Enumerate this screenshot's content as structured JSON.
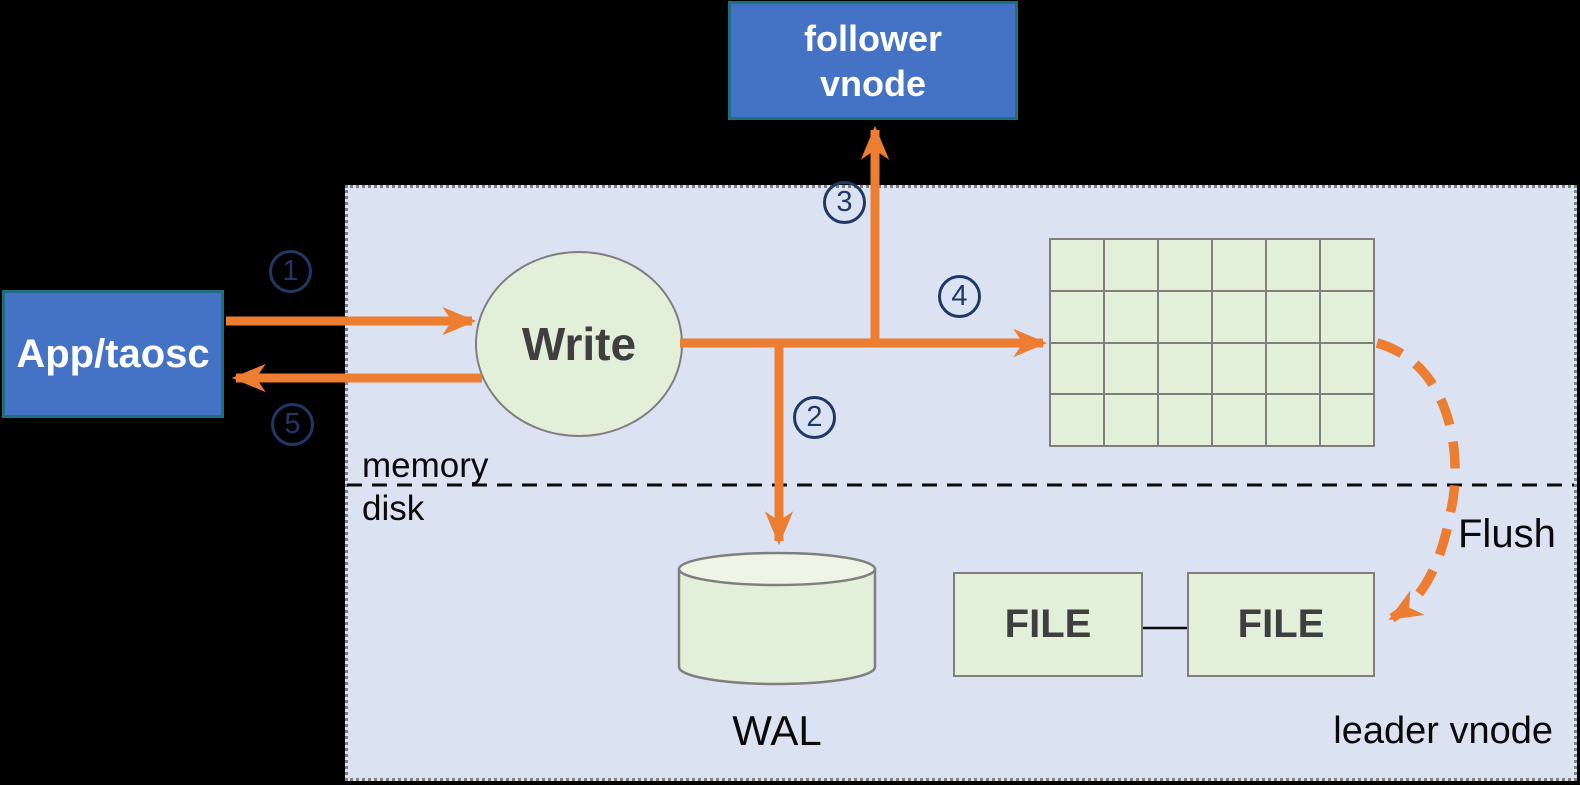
{
  "colors": {
    "background": "#000000",
    "container-fill": "#dbe3f3",
    "container-border": "#808080",
    "node-blue": "#4472c4",
    "node-blue-border": "#1e6f82",
    "node-green": "#e2efd9",
    "node-green-rim": "#eef5e6",
    "node-green-border": "#7f7f7f",
    "arrow-orange": "#ed7d31",
    "step-navy": "#1f3864",
    "label-black": "#0a0a0a",
    "node-text-dark": "#3f3f3f",
    "node-text-light": "#ffffff"
  },
  "nodes": {
    "follower_vnode": {
      "label": "follower vnode"
    },
    "app_taosc": {
      "label": "App/taosc"
    },
    "write": {
      "label": "Write"
    },
    "wal": {
      "label": "WAL"
    },
    "file_left": {
      "label": "FILE"
    },
    "file_right": {
      "label": "FILE"
    }
  },
  "labels": {
    "memory": "memory",
    "disk": "disk",
    "flush": "Flush",
    "leader_vnode": "leader vnode"
  },
  "steps": [
    "1",
    "2",
    "3",
    "4",
    "5"
  ],
  "memtable_grid": {
    "rows": 4,
    "cols": 6
  }
}
